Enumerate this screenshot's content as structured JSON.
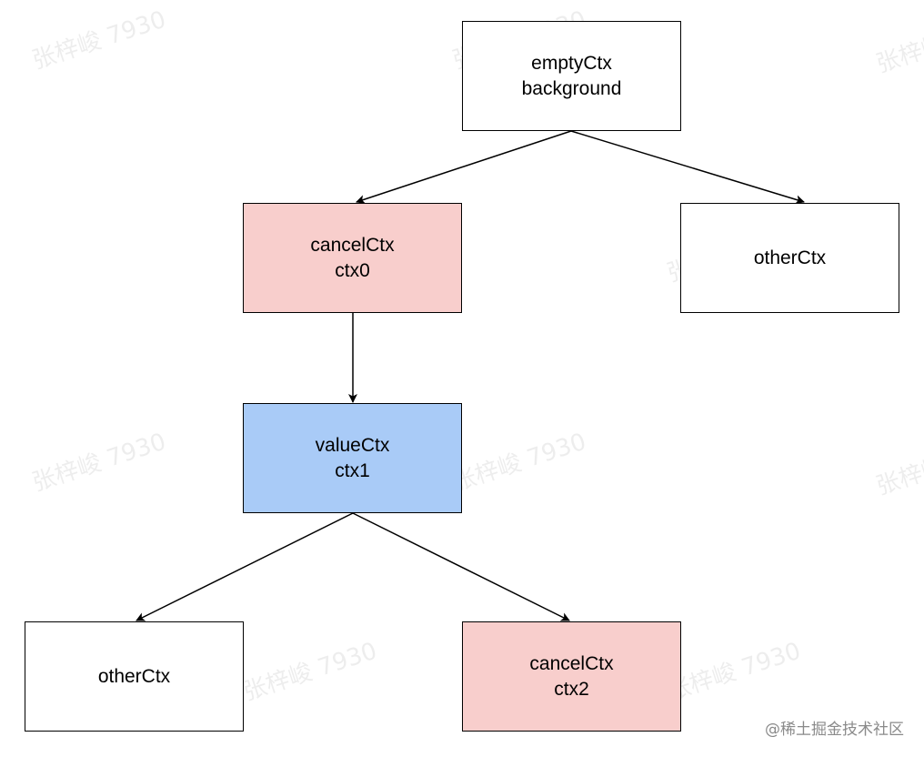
{
  "watermark": "张梓峻 7930",
  "nodes": {
    "root": {
      "line1": "emptyCtx",
      "line2": "background"
    },
    "ctx0": {
      "line1": "cancelCtx",
      "line2": "ctx0"
    },
    "other_top": {
      "line1": "otherCtx"
    },
    "ctx1": {
      "line1": "valueCtx",
      "line2": "ctx1"
    },
    "other_bottom": {
      "line1": "otherCtx"
    },
    "ctx2": {
      "line1": "cancelCtx",
      "line2": "ctx2"
    }
  },
  "footer": "@稀土掘金技术社区",
  "colors": {
    "cancel_fill": "#f8cecc",
    "value_fill": "#a9cbf7",
    "default_fill": "#ffffff",
    "stroke": "#000000"
  }
}
